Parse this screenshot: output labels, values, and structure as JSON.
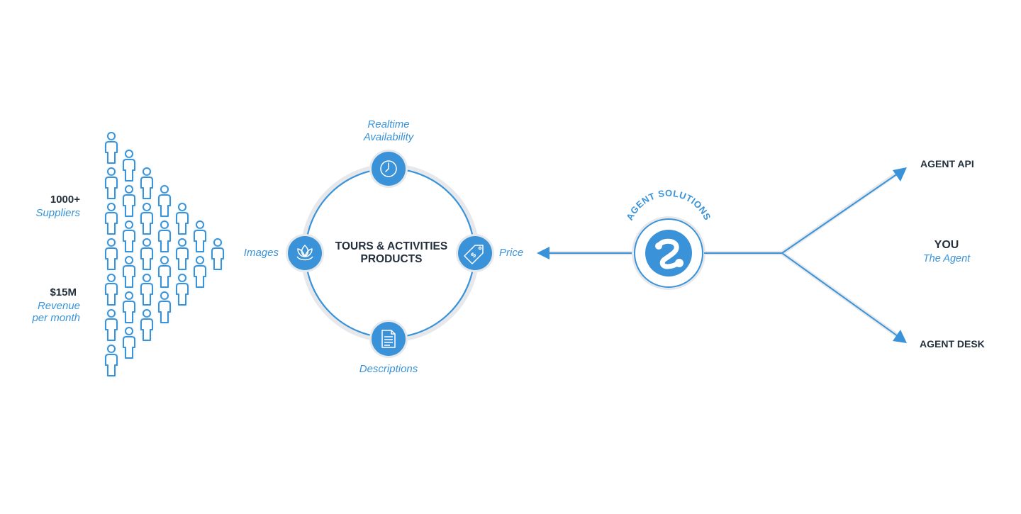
{
  "colors": {
    "primary": "#3a93d8",
    "halo": "#e6e8eb",
    "dark": "#24303d",
    "background": "#ffffff"
  },
  "stats": {
    "suppliers_value": "1000+",
    "suppliers_label": "Suppliers",
    "revenue_value": "$15M",
    "revenue_label_1": "Revenue",
    "revenue_label_2": "per month"
  },
  "products": {
    "title_line_1": "TOURS & ACTIVITIES",
    "title_line_2": "PRODUCTS",
    "nodes": [
      {
        "id": "availability",
        "label_1": "Realtime",
        "label_2": "Availability",
        "icon": "clock-icon"
      },
      {
        "id": "price",
        "label": "Price",
        "icon": "price-tag-icon"
      },
      {
        "id": "descriptions",
        "label": "Descriptions",
        "icon": "document-icon"
      },
      {
        "id": "images",
        "label": "Images",
        "icon": "flower-icon"
      }
    ]
  },
  "solutions": {
    "label": "AGENT SOLUTIONS",
    "icon": "brand-logo-icon"
  },
  "outputs": {
    "agent_api": "AGENT API",
    "you": "YOU",
    "you_sub": "The Agent",
    "agent_desk": "AGENT DESK"
  },
  "people": {
    "icon": "person-icon",
    "column_counts": [
      7,
      6,
      5,
      4,
      3,
      2,
      1
    ]
  }
}
